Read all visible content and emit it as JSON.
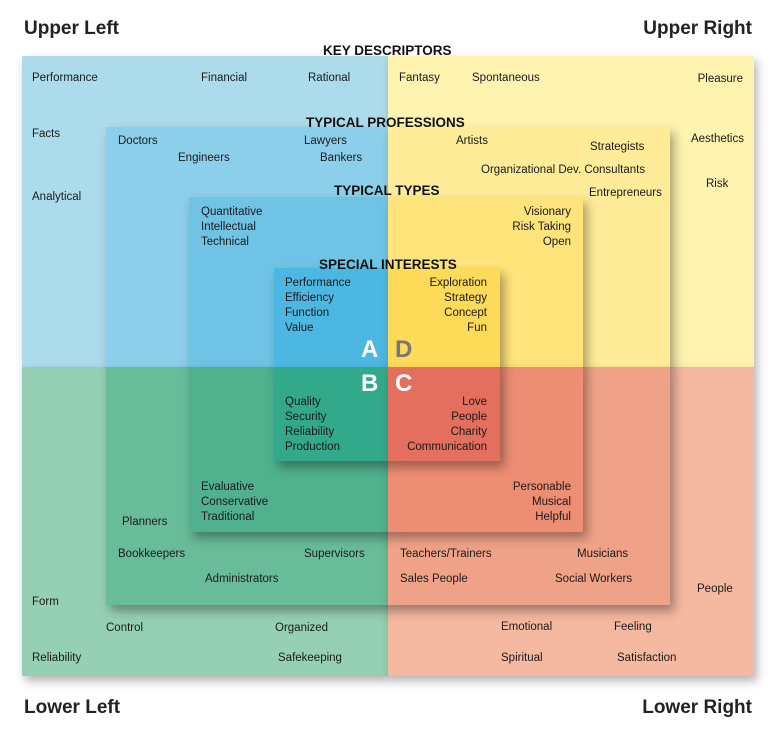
{
  "corners": {
    "upper_left": "Upper Left",
    "upper_right": "Upper Right",
    "lower_left": "Lower Left",
    "lower_right": "Lower Right"
  },
  "titles": {
    "key_descriptors": "KEY DESCRIPTORS",
    "typical_professions": "TYPICAL PROFESSIONS",
    "typical_types": "TYPICAL TYPES",
    "special_interests": "SPECIAL INTERESTS"
  },
  "key_descriptors": {
    "upper_left": [
      "Performance",
      "Financial",
      "Rational",
      "Facts",
      "Analytical"
    ],
    "upper_right": [
      "Fantasy",
      "Spontaneous",
      "Pleasure",
      "Aesthetics",
      "Risk"
    ],
    "lower_left": [
      "Form",
      "Control",
      "Organized",
      "Reliability",
      "Safekeeping"
    ],
    "lower_right": [
      "People",
      "Emotional",
      "Feeling",
      "Spiritual",
      "Satisfaction"
    ]
  },
  "typical_professions": {
    "upper_left": [
      "Doctors",
      "Engineers",
      "Lawyers",
      "Bankers"
    ],
    "upper_right": [
      "Artists",
      "Strategists",
      "Organizational Dev. Consultants",
      "Entrepreneurs"
    ],
    "lower_left": [
      "Planners",
      "Bookkeepers",
      "Supervisors",
      "Administrators"
    ],
    "lower_right": [
      "Teachers/Trainers",
      "Musicians",
      "Sales People",
      "Social Workers"
    ]
  },
  "typical_types": {
    "upper_left": [
      "Quantitative",
      "Intellectual",
      "Technical"
    ],
    "upper_right": [
      "Visionary",
      "Risk Taking",
      "Open"
    ],
    "lower_left": [
      "Evaluative",
      "Conservative",
      "Traditional"
    ],
    "lower_right": [
      "Personable",
      "Musical",
      "Helpful"
    ]
  },
  "special_interests": {
    "upper_left": [
      "Performance",
      "Efficiency",
      "Function",
      "Value"
    ],
    "upper_right": [
      "Exploration",
      "Strategy",
      "Concept",
      "Fun"
    ],
    "lower_left": [
      "Quality",
      "Security",
      "Reliability",
      "Production"
    ],
    "lower_right": [
      "Love",
      "People",
      "Charity",
      "Communication"
    ]
  },
  "letters": {
    "a": "A",
    "b": "B",
    "c": "C",
    "d": "D"
  },
  "colors": {
    "upper_left": [
      "#acdbec",
      "#8ccfea",
      "#6fc4e6",
      "#4cb8e2"
    ],
    "upper_right": [
      "#fff3b0",
      "#ffec98",
      "#fee47a",
      "#fdda58"
    ],
    "lower_left": [
      "#96d0b4",
      "#69bc99",
      "#50b18e",
      "#33a98b"
    ],
    "lower_right": [
      "#f5b8a0",
      "#f0a288",
      "#ec8d74",
      "#e56f5e"
    ]
  }
}
